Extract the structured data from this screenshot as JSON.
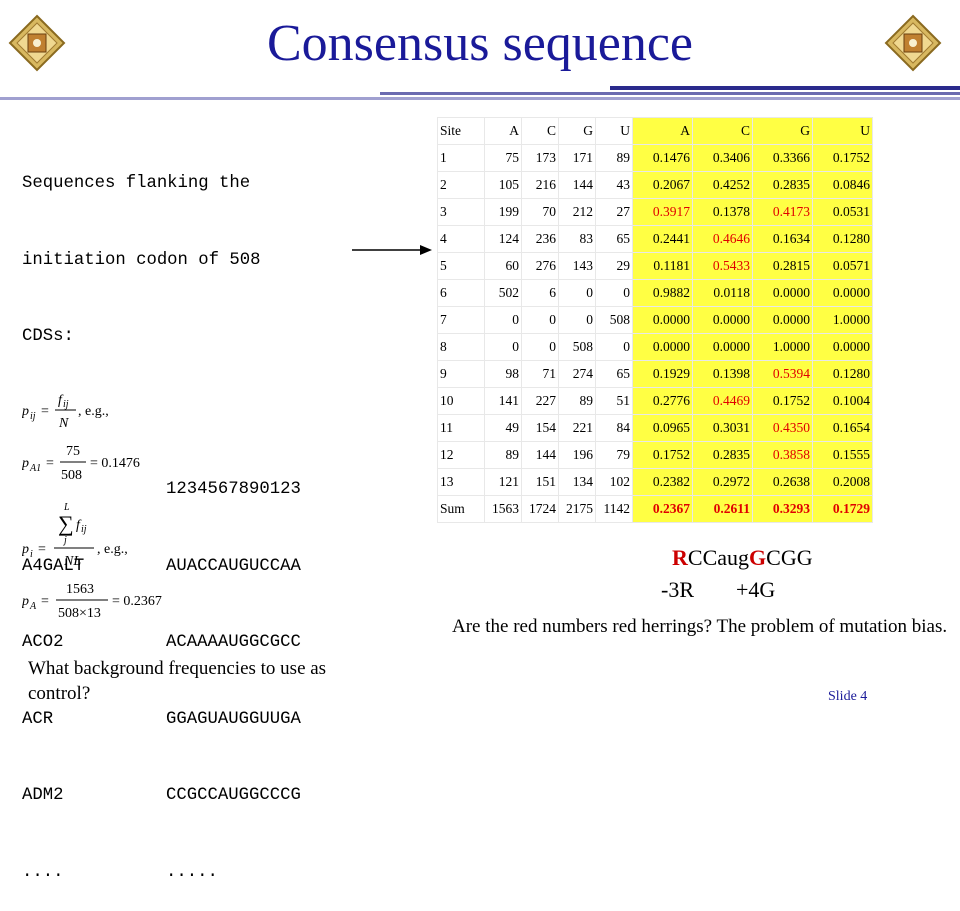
{
  "title": "Consensus sequence",
  "intro_lines": [
    "Sequences flanking the",
    "initiation codon of 508",
    "CDSs:"
  ],
  "position_index": "1234567890123",
  "sequences": [
    {
      "name": "A4GALT",
      "seq": "AUACCAUGUCCAA"
    },
    {
      "name": "ACO2",
      "seq": "ACAAAAUGGCGCC"
    },
    {
      "name": "ACR",
      "seq": "GGAGUAUGGUUGA"
    },
    {
      "name": "ADM2",
      "seq": "CCGCCAUGGCCCG"
    },
    {
      "name": "....",
      "seq": "....."
    }
  ],
  "formulas": {
    "f1_tail": ", e.g.,",
    "f2_value": "= 0.1476",
    "f3_tail": ", e.g.,",
    "f4_value": "= 0.2367",
    "n75": "75",
    "n508": "508",
    "n1563": "1563",
    "n508x13": "508×13"
  },
  "table": {
    "headers": [
      "Site",
      "A",
      "C",
      "G",
      "U",
      "A",
      "C",
      "G",
      "U"
    ],
    "rows": [
      [
        "1",
        "75",
        "173",
        "171",
        "89",
        "0.1476",
        "0.3406",
        "0.3366",
        "0.1752"
      ],
      [
        "2",
        "105",
        "216",
        "144",
        "43",
        "0.2067",
        "0.4252",
        "0.2835",
        "0.0846"
      ],
      [
        "3",
        "199",
        "70",
        "212",
        "27",
        "0.3917",
        "0.1378",
        "0.4173",
        "0.0531"
      ],
      [
        "4",
        "124",
        "236",
        "83",
        "65",
        "0.2441",
        "0.4646",
        "0.1634",
        "0.1280"
      ],
      [
        "5",
        "60",
        "276",
        "143",
        "29",
        "0.1181",
        "0.5433",
        "0.2815",
        "0.0571"
      ],
      [
        "6",
        "502",
        "6",
        "0",
        "0",
        "0.9882",
        "0.0118",
        "0.0000",
        "0.0000"
      ],
      [
        "7",
        "0",
        "0",
        "0",
        "508",
        "0.0000",
        "0.0000",
        "0.0000",
        "1.0000"
      ],
      [
        "8",
        "0",
        "0",
        "508",
        "0",
        "0.0000",
        "0.0000",
        "1.0000",
        "0.0000"
      ],
      [
        "9",
        "98",
        "71",
        "274",
        "65",
        "0.1929",
        "0.1398",
        "0.5394",
        "0.1280"
      ],
      [
        "10",
        "141",
        "227",
        "89",
        "51",
        "0.2776",
        "0.4469",
        "0.1752",
        "0.1004"
      ],
      [
        "11",
        "49",
        "154",
        "221",
        "84",
        "0.0965",
        "0.3031",
        "0.4350",
        "0.1654"
      ],
      [
        "12",
        "89",
        "144",
        "196",
        "79",
        "0.1752",
        "0.2835",
        "0.3858",
        "0.1555"
      ],
      [
        "13",
        "121",
        "151",
        "134",
        "102",
        "0.2382",
        "0.2972",
        "0.2638",
        "0.2008"
      ],
      [
        "Sum",
        "1563",
        "1724",
        "2175",
        "1142",
        "0.2367",
        "0.2611",
        "0.3293",
        "0.1729"
      ]
    ],
    "red_cells": [
      [
        2,
        5
      ],
      [
        2,
        7
      ],
      [
        3,
        6
      ],
      [
        4,
        6
      ],
      [
        8,
        7
      ],
      [
        9,
        6
      ],
      [
        10,
        7
      ],
      [
        11,
        7
      ]
    ],
    "highlight_color": "#ffff44",
    "red_color": "#e00000"
  },
  "consensus": {
    "r": "R",
    "mid": "CC",
    "aug": "aug",
    "g": "G",
    "tail": "CGG",
    "mark_minus3": "-3R",
    "mark_plus4": "+4G"
  },
  "herring_text": "Are the red numbers red herrings? The problem of mutation bias.",
  "background_question": "What background frequencies to use as control?",
  "slide_number": "Slide 4"
}
